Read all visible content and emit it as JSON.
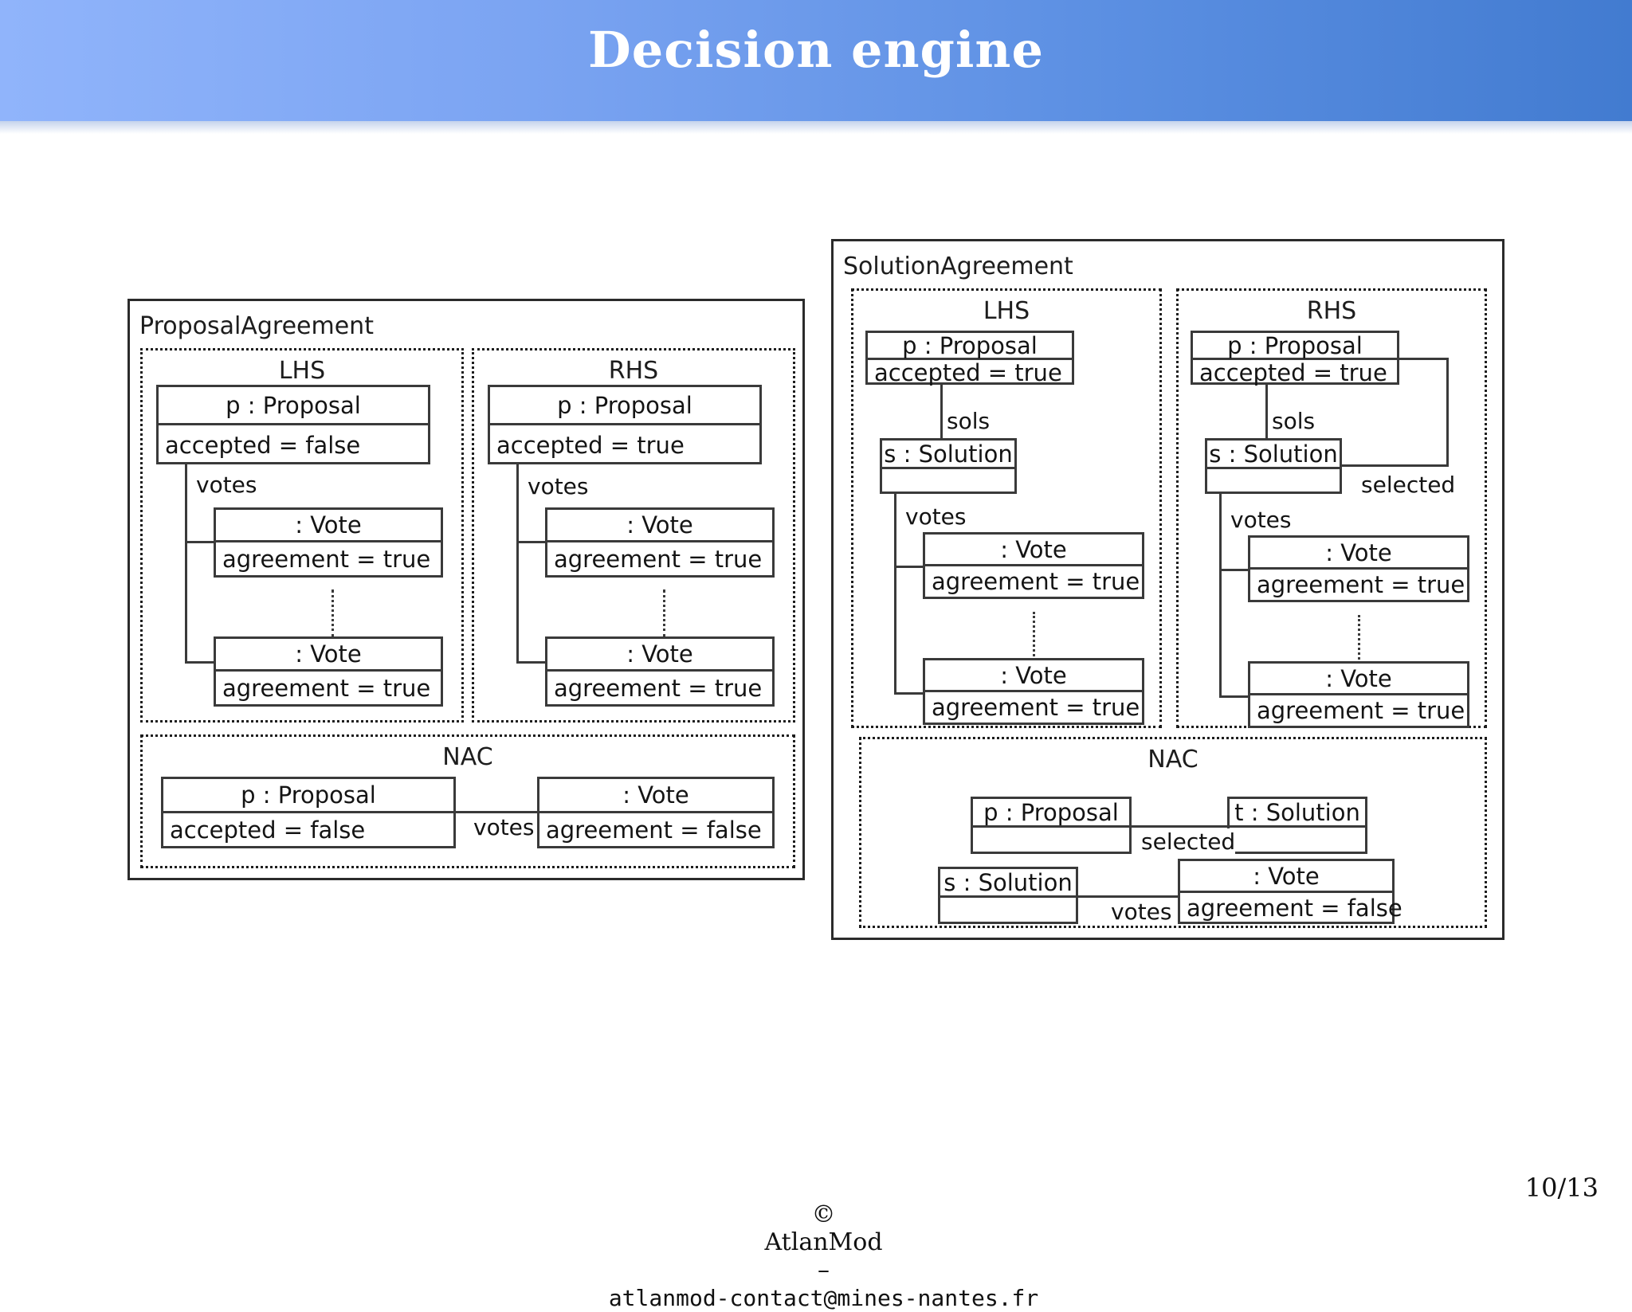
{
  "slide": {
    "title": "Decision engine",
    "theme": {
      "title_gradient_from": "#90b4fb",
      "title_gradient_to": "#427bd0",
      "title_text_color": "#ffffff",
      "ink": "#1d1d1d",
      "background": "#ffffff"
    }
  },
  "footer": {
    "copyright_symbol": "©",
    "org": "AtlanMod",
    "dash": "–",
    "email": "atlanmod-contact@mines-nantes.fr",
    "page": "10/13"
  },
  "diagrams": [
    {
      "id": "proposal-agreement",
      "title": "ProposalAgreement",
      "panels": [
        {
          "id": "lhs",
          "title": "LHS",
          "nodes": [
            {
              "id": "p",
              "head": "p : Proposal",
              "body": "accepted = false"
            },
            {
              "id": "v1",
              "head": ": Vote",
              "body": "agreement = true"
            },
            {
              "id": "v2",
              "head": ": Vote",
              "body": "agreement = true"
            }
          ],
          "edges": [
            {
              "label": "votes",
              "from": "p",
              "to": [
                "v1",
                "v2"
              ]
            }
          ]
        },
        {
          "id": "rhs",
          "title": "RHS",
          "nodes": [
            {
              "id": "p",
              "head": "p : Proposal",
              "body": "accepted = true"
            },
            {
              "id": "v1",
              "head": ": Vote",
              "body": "agreement = true"
            },
            {
              "id": "v2",
              "head": ": Vote",
              "body": "agreement = true"
            }
          ],
          "edges": [
            {
              "label": "votes",
              "from": "p",
              "to": [
                "v1",
                "v2"
              ]
            }
          ]
        },
        {
          "id": "nac",
          "title": "NAC",
          "nodes": [
            {
              "id": "p",
              "head": "p : Proposal",
              "body": "accepted = false"
            },
            {
              "id": "v",
              "head": ": Vote",
              "body": "agreement = false"
            }
          ],
          "edges": [
            {
              "label": "votes",
              "from": "p",
              "to": [
                "v"
              ]
            }
          ]
        }
      ]
    },
    {
      "id": "solution-agreement",
      "title": "SolutionAgreement",
      "panels": [
        {
          "id": "lhs",
          "title": "LHS",
          "nodes": [
            {
              "id": "p",
              "head": "p : Proposal",
              "body": "accepted = true"
            },
            {
              "id": "s",
              "head": "s : Solution",
              "body": ""
            },
            {
              "id": "v1",
              "head": ": Vote",
              "body": "agreement = true"
            },
            {
              "id": "v2",
              "head": ": Vote",
              "body": "agreement = true"
            }
          ],
          "edges": [
            {
              "label": "sols",
              "from": "p",
              "to": [
                "s"
              ]
            },
            {
              "label": "votes",
              "from": "s",
              "to": [
                "v1",
                "v2"
              ]
            }
          ]
        },
        {
          "id": "rhs",
          "title": "RHS",
          "nodes": [
            {
              "id": "p",
              "head": "p : Proposal",
              "body": "accepted = true"
            },
            {
              "id": "s",
              "head": "s : Solution",
              "body": ""
            },
            {
              "id": "v1",
              "head": ": Vote",
              "body": "agreement = true"
            },
            {
              "id": "v2",
              "head": ": Vote",
              "body": "agreement = true"
            }
          ],
          "edges": [
            {
              "label": "sols",
              "from": "p",
              "to": [
                "s"
              ]
            },
            {
              "label": "selected",
              "from": "p",
              "to": [
                "s"
              ]
            },
            {
              "label": "votes",
              "from": "s",
              "to": [
                "v1",
                "v2"
              ]
            }
          ]
        },
        {
          "id": "nac",
          "title": "NAC",
          "nodes": [
            {
              "id": "p",
              "head": "p : Proposal",
              "body": ""
            },
            {
              "id": "t",
              "head": "t : Solution",
              "body": ""
            },
            {
              "id": "s",
              "head": "s : Solution",
              "body": ""
            },
            {
              "id": "v",
              "head": ": Vote",
              "body": "agreement = false"
            }
          ],
          "edges": [
            {
              "label": "selected",
              "from": "p",
              "to": [
                "t"
              ]
            },
            {
              "label": "votes",
              "from": "s",
              "to": [
                "v"
              ]
            }
          ]
        }
      ]
    }
  ]
}
